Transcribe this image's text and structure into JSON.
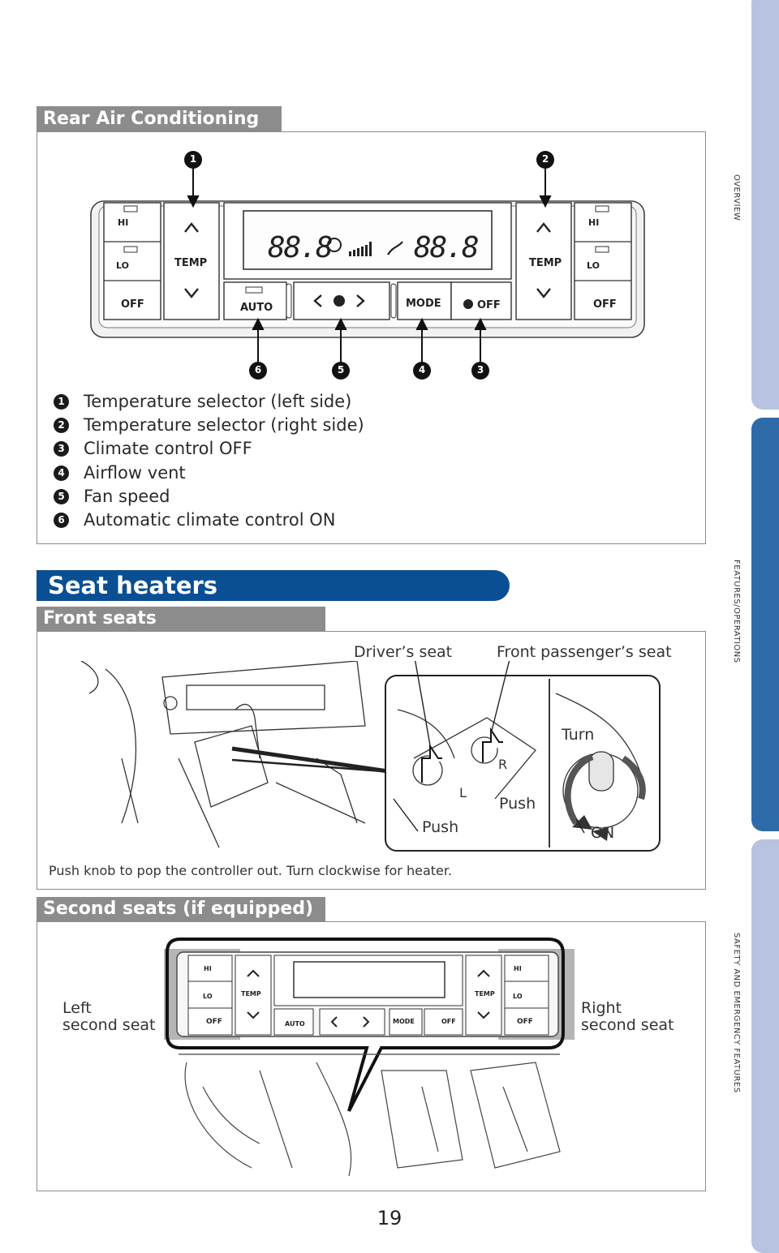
{
  "side_tabs": [
    "OVERVIEW",
    "FEATURES/OPERATIONS",
    "SAFETY AND EMERGENCY FEATURES"
  ],
  "rear_ac": {
    "header": "Rear Air Conditioning",
    "panel": {
      "hi": "HI",
      "lo": "LO",
      "off": "OFF",
      "temp": "TEMP",
      "display": "88.8",
      "auto": "AUTO",
      "mode": "MODE",
      "fan_off": "OFF"
    },
    "callouts": [
      "1",
      "2",
      "3",
      "4",
      "5",
      "6"
    ],
    "legend": [
      {
        "num": "1",
        "text": "Temperature selector (left side)"
      },
      {
        "num": "2",
        "text": "Temperature selector (right side)"
      },
      {
        "num": "3",
        "text": "Climate control OFF"
      },
      {
        "num": "4",
        "text": "Airflow vent"
      },
      {
        "num": "5",
        "text": "Fan speed"
      },
      {
        "num": "6",
        "text": "Automatic climate control ON"
      }
    ]
  },
  "seat_heaters": {
    "header": "Seat heaters",
    "front": {
      "header": "Front seats",
      "drivers_seat": "Driver’s seat",
      "passenger_seat": "Front passenger’s seat",
      "push1": "Push",
      "push2": "Push",
      "turn": "Turn",
      "on": "ON",
      "knob_l": "L",
      "knob_r": "R",
      "caption": "Push knob to pop the controller out. Turn clockwise for heater."
    },
    "second": {
      "header": "Second seats (if equipped)",
      "left_label_1": "Left",
      "left_label_2": "second seat",
      "right_label_1": "Right",
      "right_label_2": "second seat"
    }
  },
  "page_number": "19"
}
